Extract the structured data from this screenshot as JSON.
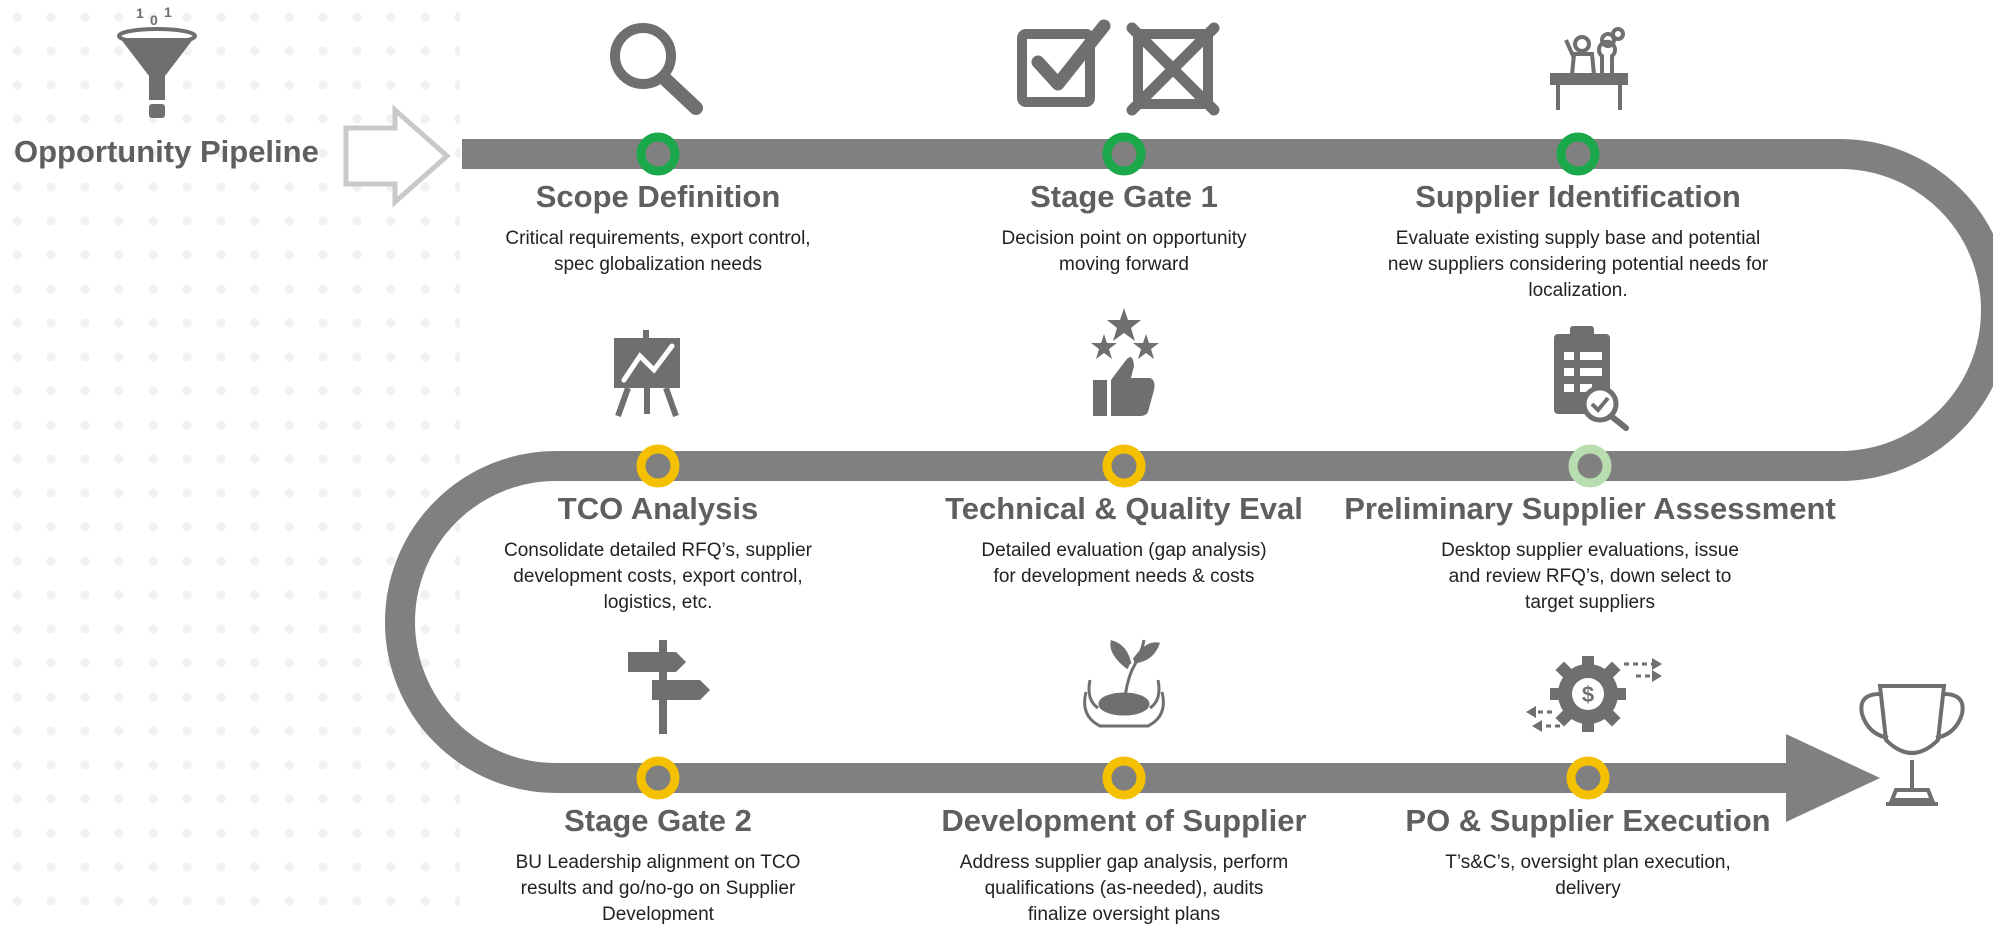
{
  "start_label": "Opportunity Pipeline",
  "colors": {
    "track": "#808080",
    "icon": "#6f6f6f",
    "complete": "#1aa84b",
    "in_progress": "#f5c000",
    "pending": "#b8ddb0"
  },
  "steps": [
    {
      "title": "Scope Definition",
      "status": "complete",
      "icon": "magnifier-icon",
      "desc": [
        "Critical requirements, export control,",
        "spec globalization needs"
      ]
    },
    {
      "title": "Stage Gate 1",
      "status": "complete",
      "icon": "checkbox-icons",
      "desc": [
        "Decision point on  opportunity",
        "moving forward"
      ]
    },
    {
      "title": "Supplier Identification",
      "status": "complete",
      "icon": "scientist-icon",
      "desc": [
        "Evaluate existing supply base and potential",
        "new suppliers considering  potential needs for",
        "localization."
      ]
    },
    {
      "title": "Preliminary Supplier Assessment",
      "status": "pending",
      "icon": "clipboard-check-icon",
      "desc": [
        "Desktop supplier evaluations, issue",
        "and review RFQ’s, down select to",
        "target suppliers"
      ]
    },
    {
      "title": "Technical & Quality Eval",
      "status": "in_progress",
      "icon": "thumbs-up-stars-icon",
      "desc": [
        "Detailed evaluation (gap analysis)",
        "for development needs & costs"
      ]
    },
    {
      "title": "TCO Analysis",
      "status": "in_progress",
      "icon": "easel-chart-icon",
      "desc": [
        "Consolidate detailed RFQ’s, supplier",
        "development costs, export control,",
        "logistics, etc."
      ]
    },
    {
      "title": "Stage Gate 2",
      "status": "in_progress",
      "icon": "signpost-icon",
      "desc": [
        "BU Leadership alignment on TCO",
        "results and go/no-go on Supplier",
        "Development"
      ]
    },
    {
      "title": "Development of Supplier",
      "status": "in_progress",
      "icon": "plant-hands-icon",
      "desc": [
        "Address supplier gap analysis, perform",
        "qualifications (as-needed), audits",
        "finalize oversight plans"
      ]
    },
    {
      "title": "PO & Supplier Execution",
      "status": "in_progress",
      "icon": "gear-dollar-icon",
      "desc": [
        "T’s&C’s, oversight plan execution,",
        "delivery"
      ]
    }
  ],
  "end_icon": "trophy-icon",
  "start_icons": [
    "funnel-icon",
    "arrow-outline-icon"
  ]
}
